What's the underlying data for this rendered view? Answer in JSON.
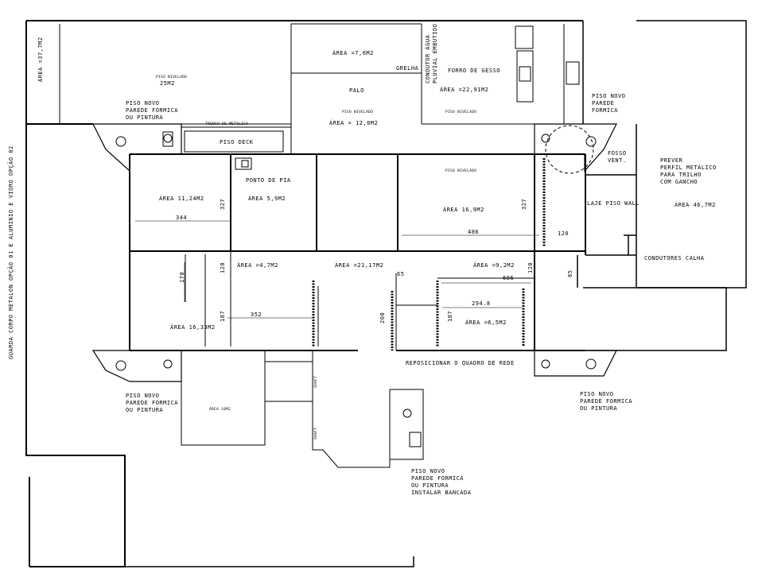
{
  "plan": {
    "left_note": "GUARDA CORPO METALON OPÇÃO 01 E ALUMINIO E VIDRO OPÇÃO 02",
    "areas": {
      "a_37": "ÁREA =37,7M2",
      "a_25": "25M2",
      "a_76": "ÁREA =7,6M2",
      "a_2291": "ÁREA =22,91M2",
      "a_120": "ÁREA = 12,0M2",
      "a_1124": "ÁREA 11,24M2",
      "a_59": "ÁREA 5,9M2",
      "a_169": "ÁREA 16,9M2",
      "a_467": "ÁREA 46,7M2",
      "a_47": "ÁREA =4,7M2",
      "a_2117": "ÁREA =21,17M2",
      "a_92": "ÁREA =9,2M2",
      "a_1633": "ÁREA 16,33M2",
      "a_65": "ÁREA =6,5M2",
      "a_10": "ÁREA 10M2"
    },
    "notes": {
      "piso_top_left": "PISO NOVO\nPAREDE FORMICA\nOU PINTURA",
      "piso_top_right": "PISO NOVO\nPAREDE\nFORMICA",
      "piso_bot_left": "PISO NOVO\nPAREDE FORMICA\nOU PINTURA",
      "piso_bot_right": "PISO NOVO\nPAREDE FORMICA\nOU PINTURA",
      "piso_bottom": "PISO NOVO\nPAREDE FORMICA\nOU PINTURA\nINSTALAR BANCADA",
      "prever": "PREVER\nPERFIL METÁLICO\nPARA TRILHO\nCOM GANCHO",
      "fosso": "FOSSO\nVENT.",
      "laje": "LAJE PISO WALL",
      "condutores": "CONDUTORES CALHA",
      "piso_deck": "PISO DECK",
      "ponto_pia": "PONTO DE PIA",
      "grelha": "GRELHA",
      "forro": "FORRO DE GESSO",
      "palo": "PALO",
      "reposicionar": "REPOSICIONAR O QUADRO DE REDE",
      "condutor_agua": "CONDUTOR ÁGUA\nPLUVIAL EMBUTIDO",
      "piso_nivelado": "PISO NIVELADO",
      "trench": "TRENCH DE METALICA",
      "shaft": "SHAFT"
    },
    "dims": {
      "d344": "344",
      "d327a": "327",
      "d327b": "327",
      "d486": "486",
      "d120a": "120",
      "d120b": "120",
      "d120c": "120",
      "d170": "170",
      "d65": "65",
      "d606": "606",
      "d85": "85",
      "d352": "352",
      "d187a": "187",
      "d187b": "187",
      "d200": "200",
      "d2948": "294.8"
    }
  }
}
